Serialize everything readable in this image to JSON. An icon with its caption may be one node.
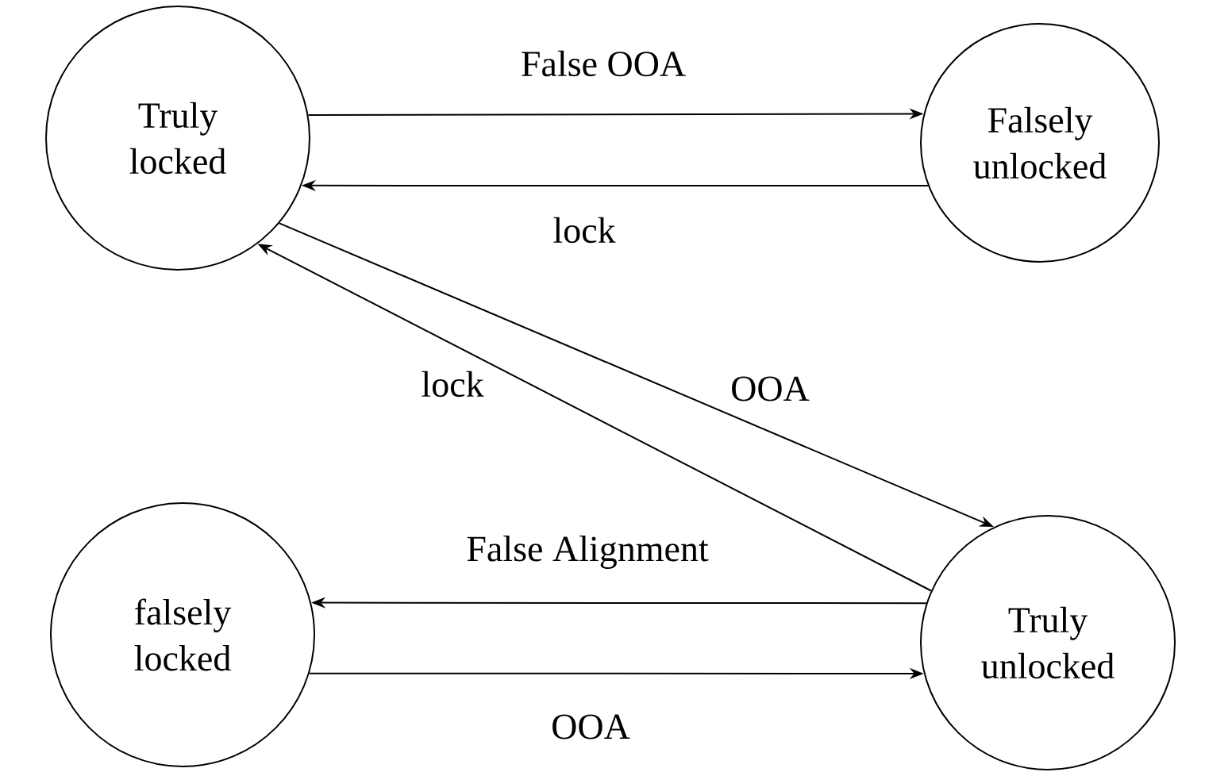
{
  "diagram": {
    "nodes": [
      {
        "text": [
          "Truly locked"
        ]
      },
      {
        "text": [
          "Falsely unlocked"
        ]
      },
      {
        "text": [
          "falsely locked"
        ]
      },
      {
        "text": [
          "Truly unlocked"
        ]
      }
    ],
    "edges": [
      {
        "from": 0,
        "to": 1,
        "arrow": "to",
        "label": "False OOA"
      },
      {
        "from": 1,
        "to": 0,
        "arrow": "to",
        "label": "lock"
      },
      {
        "from": 3,
        "to": 0,
        "arrow": "to",
        "label": "lock"
      },
      {
        "from": 0,
        "to": 3,
        "arrow": "to",
        "label": "OOA"
      },
      {
        "from": 3,
        "to": 2,
        "arrow": "to",
        "label": "False Alignment"
      },
      {
        "from": 2,
        "to": 3,
        "arrow": "to",
        "label": "OOA"
      }
    ]
  }
}
